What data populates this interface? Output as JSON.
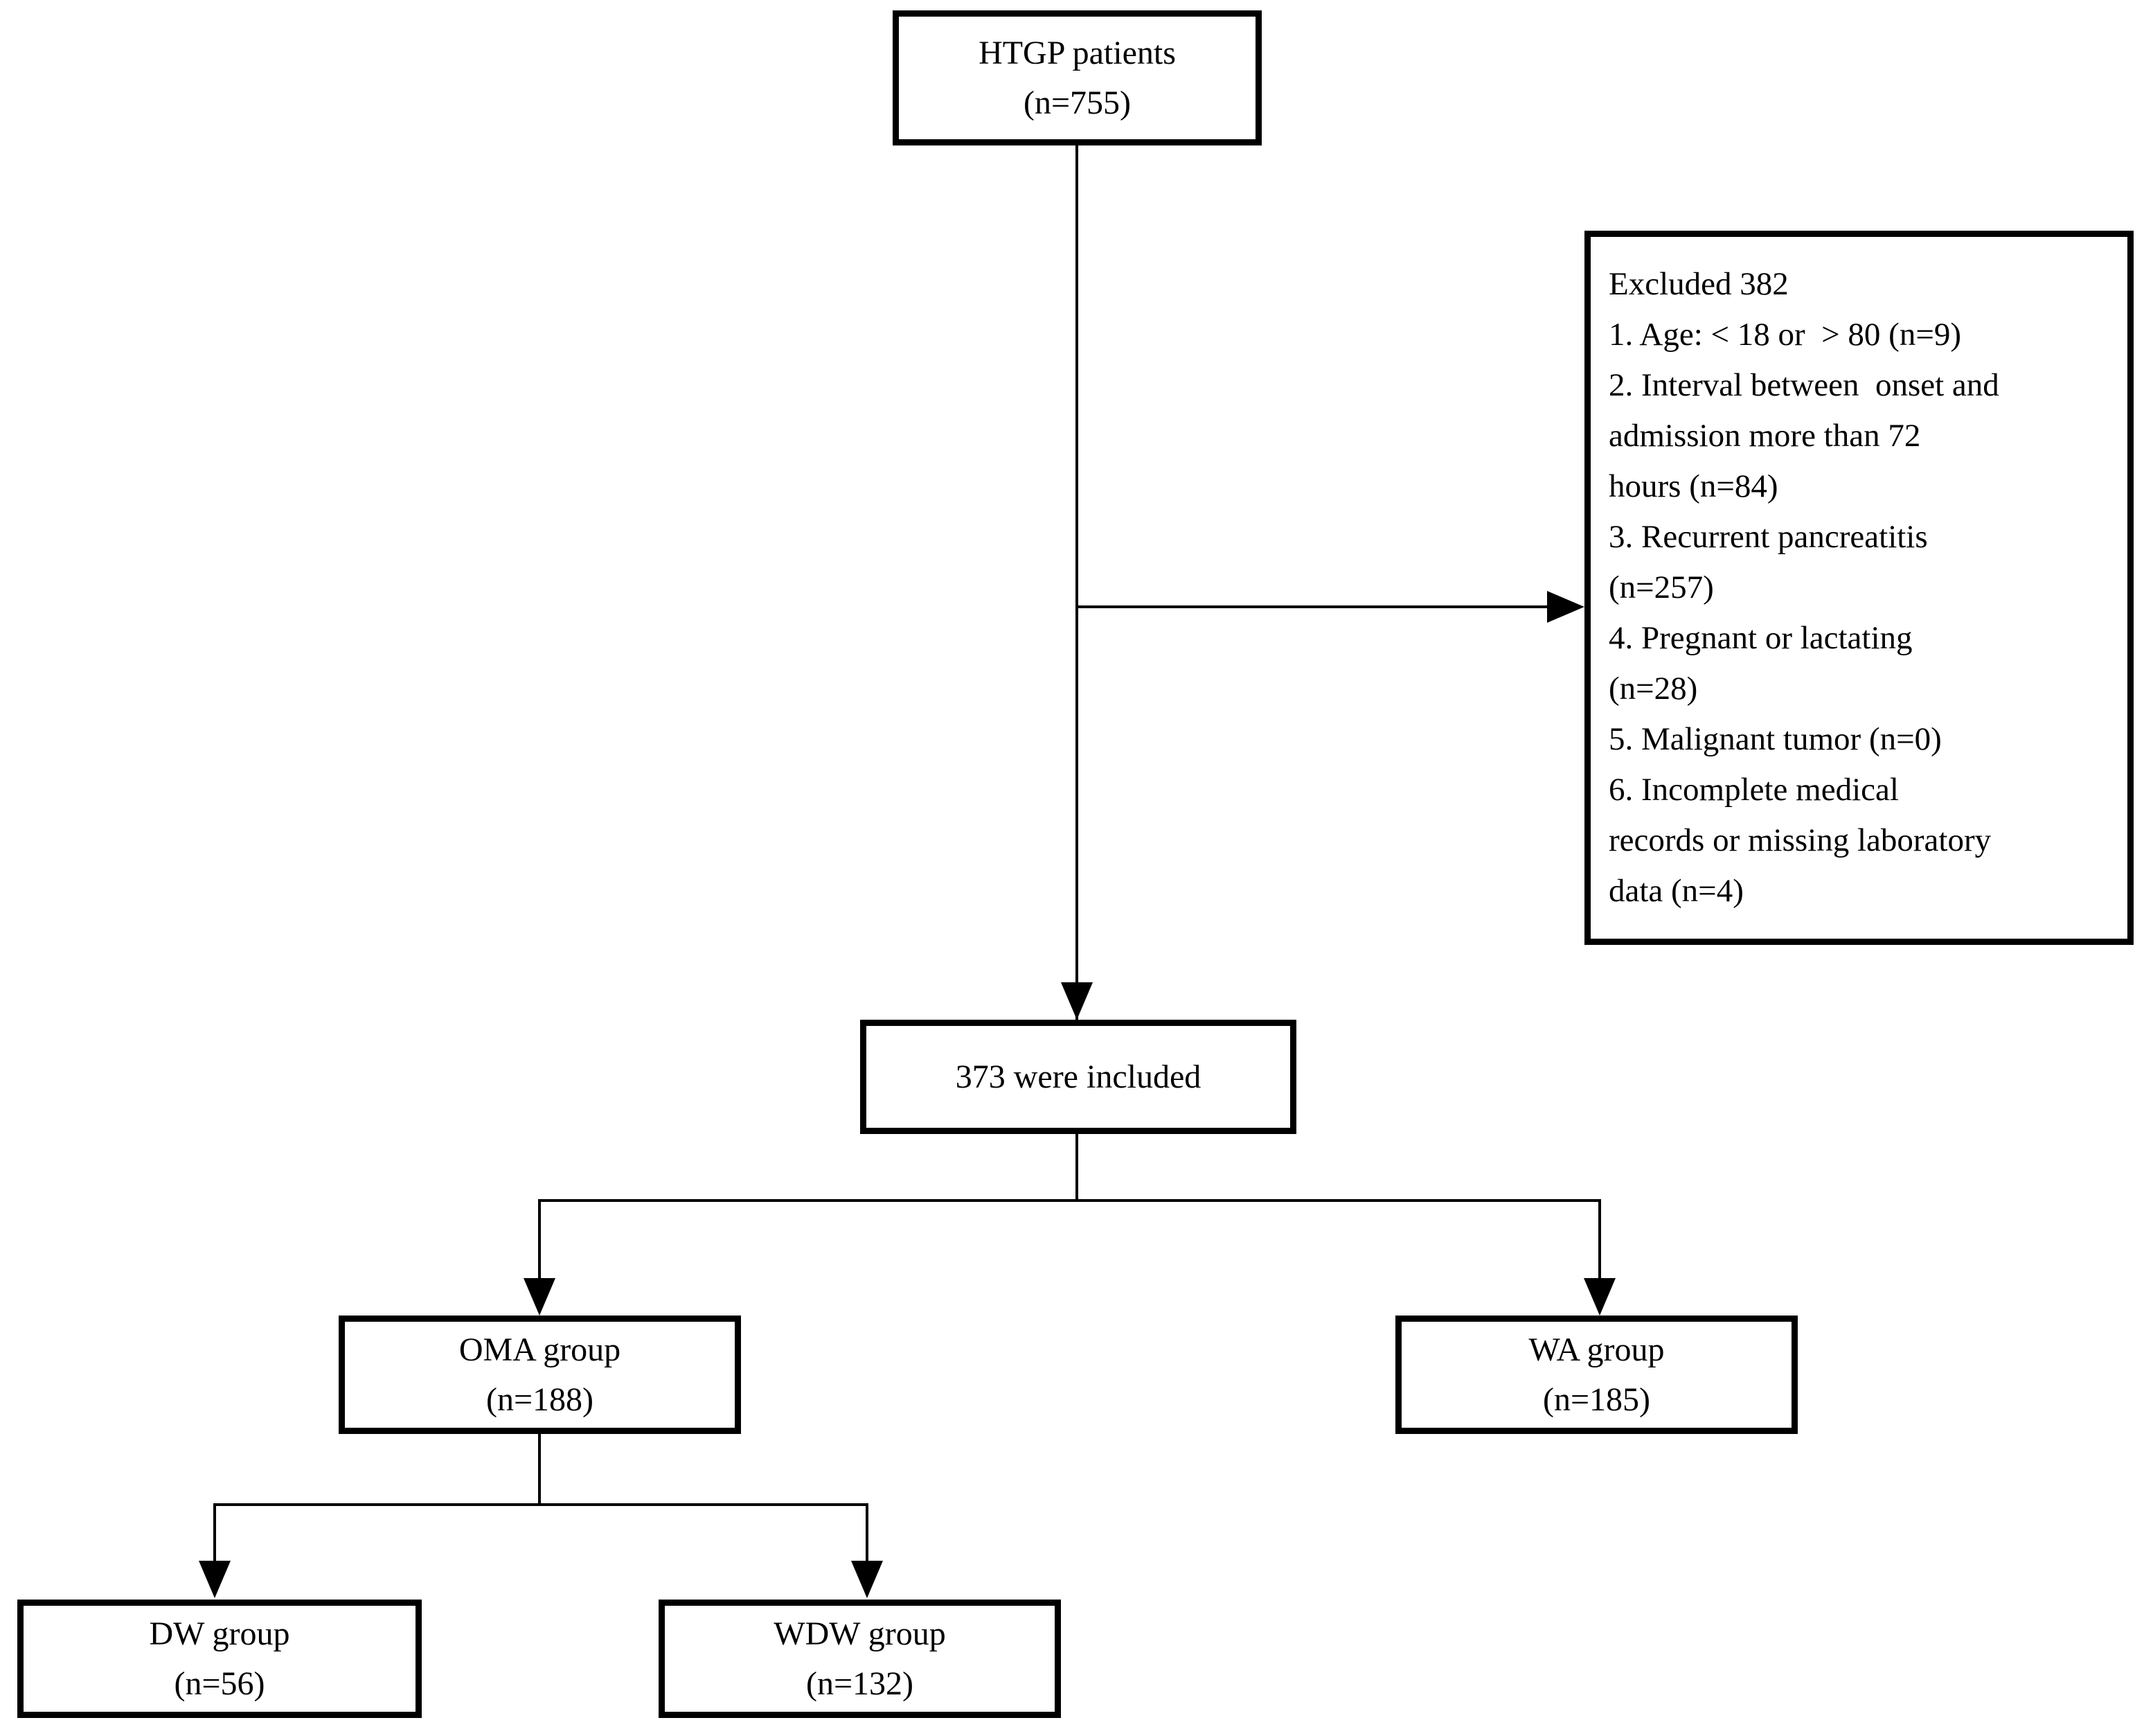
{
  "nodes": {
    "htgp": {
      "lines": [
        "HTGP patients",
        "(n=755)"
      ]
    },
    "excluded": {
      "lines": [
        "Excluded 382",
        "1. Age: < 18 or  > 80 (n=9)",
        "2. Interval between  onset and",
        "admission more than 72",
        "hours (n=84)",
        "3. Recurrent pancreatitis",
        "(n=257)",
        "4. Pregnant or lactating",
        "(n=28)",
        "5. Malignant tumor (n=0)",
        "6. Incomplete medical",
        "records or missing laboratory",
        "data (n=4)"
      ]
    },
    "included": {
      "lines": [
        "373 were included"
      ]
    },
    "oma": {
      "lines": [
        "OMA group",
        "(n=188)"
      ]
    },
    "wa": {
      "lines": [
        "WA group",
        "(n=185)"
      ]
    },
    "dw": {
      "lines": [
        "DW group",
        "(n=56)"
      ]
    },
    "wdw": {
      "lines": [
        "WDW group",
        "(n=132)"
      ]
    }
  },
  "colors": {
    "line": "#000000",
    "text": "#000000",
    "background": "#ffffff"
  }
}
